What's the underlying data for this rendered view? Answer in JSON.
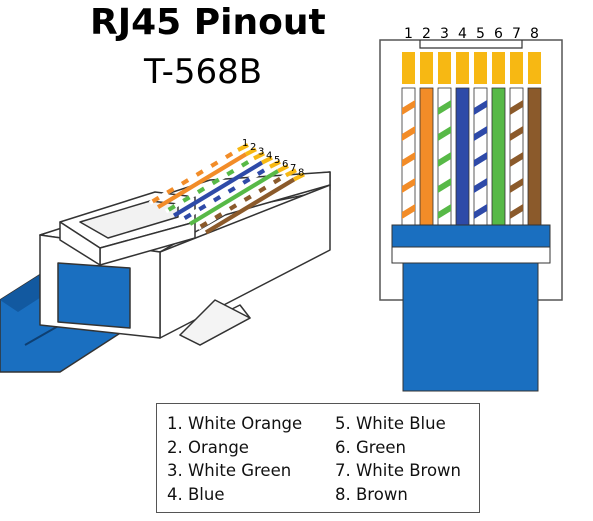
{
  "title": "RJ45 Pinout",
  "subtitle": "T-568B",
  "pin_numbers": [
    "1",
    "2",
    "3",
    "4",
    "5",
    "6",
    "7",
    "8"
  ],
  "pin_numbers_small": [
    "1",
    "2",
    "3",
    "4",
    "5",
    "6",
    "7",
    "8"
  ],
  "wires": [
    {
      "pin": 1,
      "name": "White Orange",
      "color": "#f28c28",
      "striped": true
    },
    {
      "pin": 2,
      "name": "Orange",
      "color": "#f28c28",
      "striped": false
    },
    {
      "pin": 3,
      "name": "White Green",
      "color": "#57b947",
      "striped": true
    },
    {
      "pin": 4,
      "name": "Blue",
      "color": "#2e4aa8",
      "striped": false
    },
    {
      "pin": 5,
      "name": "White Blue",
      "color": "#2e4aa8",
      "striped": true
    },
    {
      "pin": 6,
      "name": "Green",
      "color": "#57b947",
      "striped": false
    },
    {
      "pin": 7,
      "name": "White Brown",
      "color": "#8b5a2b",
      "striped": true
    },
    {
      "pin": 8,
      "name": "Brown",
      "color": "#8b5a2b",
      "striped": false
    }
  ],
  "legend": {
    "col1": [
      "1. White Orange",
      "2. Orange",
      "3. White Green",
      "4. Blue"
    ],
    "col2": [
      "5. White Blue",
      "6. Green",
      "7. White Brown",
      "8. Brown"
    ]
  },
  "colors": {
    "contact_gold": "#f7b813",
    "cable_blue": "#1a6fc0",
    "cable_blue_dark": "#1259a0",
    "outline": "#333333"
  }
}
